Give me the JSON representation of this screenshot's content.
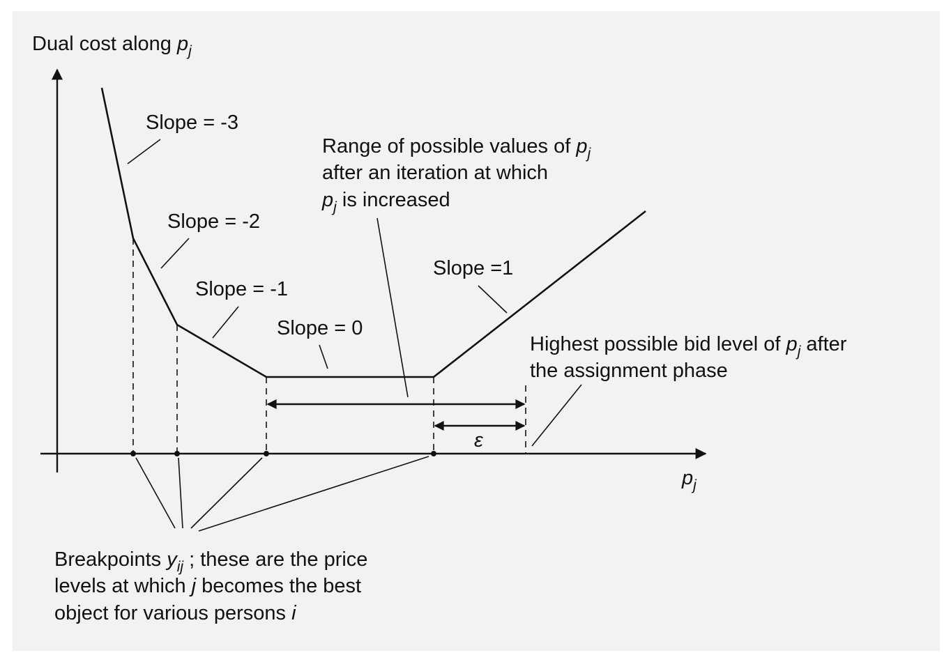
{
  "y_axis": {
    "label": "Dual cost along",
    "var": "p",
    "var_sub": "j"
  },
  "x_axis": {
    "var": "p",
    "var_sub": "j"
  },
  "slopes": [
    {
      "text": "Slope = -3"
    },
    {
      "text": "Slope = -2"
    },
    {
      "text": "Slope = -1"
    },
    {
      "text": "Slope = 0"
    },
    {
      "text": "Slope =1"
    }
  ],
  "range_annotation": {
    "line1_a": "Range of possible values of",
    "line1_var": "p",
    "line1_sub": "j",
    "line2": "after an iteration at which",
    "line3_var": "p",
    "line3_sub": "j",
    "line3_b": " is increased"
  },
  "highest_annotation": {
    "line1_a": "Highest possible bid level of",
    "line1_var": "p",
    "line1_sub": "j",
    "line1_b": " after",
    "line2": "the assignment phase"
  },
  "epsilon": "ε",
  "breakpoints_annotation": {
    "line1_a": "Breakpoints",
    "line1_var": "y",
    "line1_sub": "ij",
    "line1_b": " ; these are the price",
    "line2_a": "levels at which",
    "line2_var": "j",
    "line2_b": " becomes the best",
    "line3_a": "object for various persons",
    "line3_var": "i"
  }
}
